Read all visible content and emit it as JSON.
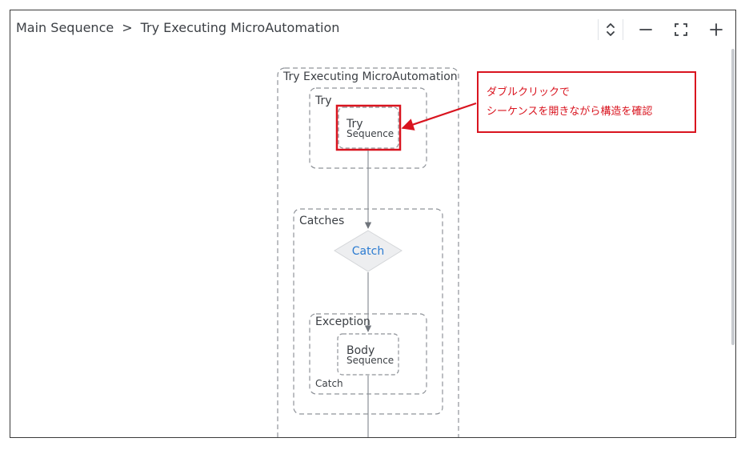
{
  "breadcrumb": {
    "root": "Main Sequence",
    "separator": ">",
    "current": "Try Executing MicroAutomation"
  },
  "toolbar": {
    "icons": [
      "expand-collapse-icon",
      "zoom-out-icon",
      "fit-to-screen-icon",
      "zoom-in-icon"
    ]
  },
  "diagram": {
    "container_title": "Try Executing MicroAutomation",
    "try_group_label": "Try",
    "try_node": {
      "title": "Try",
      "subtitle": "Sequence"
    },
    "catches_group_label": "Catches",
    "catch_decision_label": "Catch",
    "exception_group_label": "Exception",
    "body_node": {
      "title": "Body",
      "subtitle": "Sequence"
    },
    "exception_footer_label": "Catch"
  },
  "annotation": {
    "line1": "ダブルクリックで",
    "line2": "シーケンスを開きながら構造を確認"
  },
  "colors": {
    "highlight": "#d9141f",
    "catch_text": "#2b7bd1",
    "connector": "#8a8f96",
    "group_border": "#8f9399"
  }
}
